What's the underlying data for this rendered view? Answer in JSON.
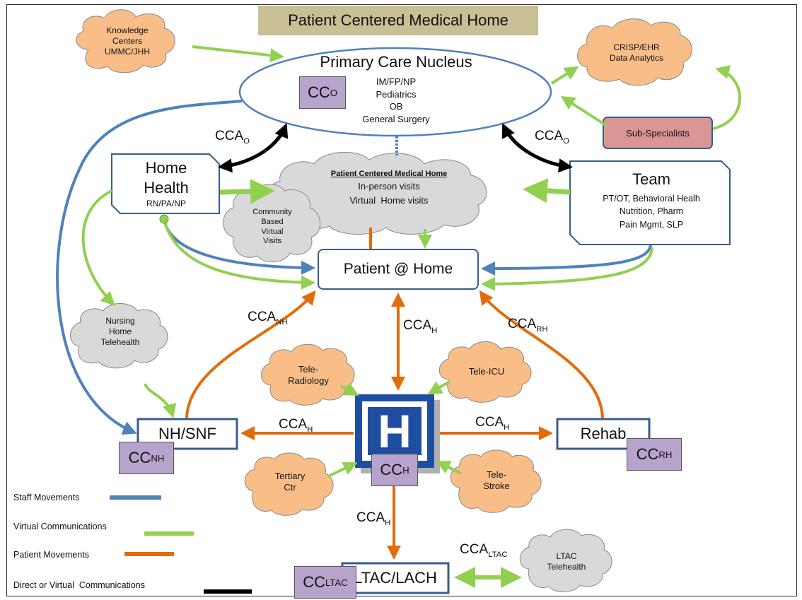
{
  "title": "Patient Centered Medical Home",
  "nucleus": {
    "title": "Primary Care Nucleus",
    "services": [
      "IM/FP/NP",
      "Pediatrics",
      "OB",
      "General Surgery"
    ],
    "cc_main": "CC",
    "cc_sub": "O"
  },
  "knowledge_centers": [
    "Knowledge",
    "Centers",
    "UMMC/JHH"
  ],
  "crisp": [
    "CRISP/EHR",
    "Data Analytics"
  ],
  "sub_specialists": "Sub-Specialists",
  "home_health": {
    "line1": "Home",
    "line2": "Health",
    "roles": "RN/PA/NP"
  },
  "pcmh_cloud": {
    "title": "Patient Centered Medical Home",
    "line1": "In-person visits",
    "line2": "Virtual  Home visits"
  },
  "community": [
    "Community",
    "Based",
    "Virtual",
    "Visits"
  ],
  "team": {
    "title": "Team",
    "lines": [
      "PT/OT, Behavioral Healh",
      "Nutrition, Pharm",
      "Pain Mgmt, SLP"
    ]
  },
  "patient_home": "Patient @ Home",
  "nursing_telehealth": [
    "Nursing",
    "Home",
    "Telehealth"
  ],
  "tele_radiology": [
    "Tele-",
    "Radiology"
  ],
  "tele_icu": "Tele-ICU",
  "tertiary": [
    "Tertiary",
    "Ctr"
  ],
  "tele_stroke": [
    "Tele-",
    "Stroke"
  ],
  "hospital_letter": "H",
  "nh_snf": "NH/SNF",
  "rehab": "Rehab",
  "ltac": "LTAC/LACH",
  "ltac_telehealth": [
    "LTAC",
    "Telehealth"
  ],
  "cc_labels": {
    "nh": {
      "main": "CC",
      "sub": "NH"
    },
    "h": {
      "main": "CC",
      "sub": "H"
    },
    "rh": {
      "main": "CC",
      "sub": "RH"
    },
    "ltac": {
      "main": "CC",
      "sub": "LTAC"
    }
  },
  "cca_labels": {
    "o_left": {
      "main": "CCA",
      "sub": "O"
    },
    "o_right": {
      "main": "CCA",
      "sub": "O"
    },
    "nh": {
      "main": "CCA",
      "sub": "NH"
    },
    "h_top": {
      "main": "CCA",
      "sub": "H"
    },
    "rh": {
      "main": "CCA",
      "sub": "RH"
    },
    "h_left": {
      "main": "CCA",
      "sub": "H"
    },
    "h_right": {
      "main": "CCA",
      "sub": "H"
    },
    "h_bottom": {
      "main": "CCA",
      "sub": "H"
    },
    "ltac": {
      "main": "CCA",
      "sub": "LTAC"
    }
  },
  "legend": [
    {
      "label": "Staff Movements",
      "color": "#4f81bd"
    },
    {
      "label": "Virtual Communications",
      "color": "#92d050"
    },
    {
      "label": "Patient Movements",
      "color": "#e36c0a"
    },
    {
      "label": "Direct or Virtual  Communications",
      "color": "#000000"
    }
  ],
  "colors": {
    "staff": "#4f81bd",
    "virtual": "#92d050",
    "patient": "#e36c0a",
    "direct": "#000000",
    "orange_cloud": "#f9be88",
    "gray_cloud": "#d9d9d9",
    "cc_box": "#b7a4cc",
    "sub_specialists": "#d99694",
    "title_bg": "#c9bf95",
    "hospital": "#1f4ea1"
  }
}
